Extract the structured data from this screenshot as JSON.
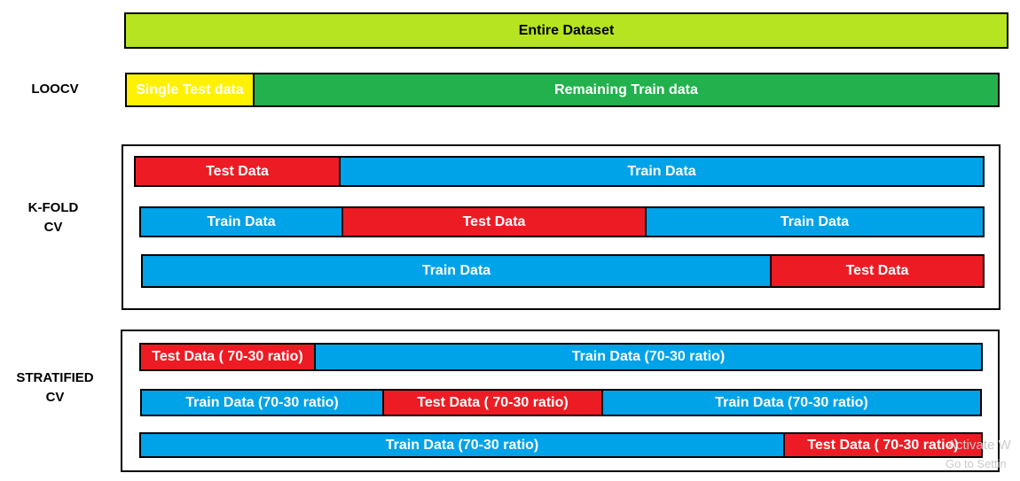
{
  "colors": {
    "dataset": "#b7e420",
    "single_test": "#fff200",
    "remaining_train": "#22b14c",
    "train": "#00a2e8",
    "test": "#ed1c24"
  },
  "entire_dataset": "Entire Dataset",
  "loocv": {
    "label": "LOOCV",
    "test_label": "Single Test data",
    "train_label": "Remaining Train data"
  },
  "kfold": {
    "label_line1": "K-FOLD",
    "label_line2": "CV",
    "rows": [
      [
        {
          "kind": "test",
          "label": "Test Data"
        },
        {
          "kind": "train",
          "label": "Train Data"
        }
      ],
      [
        {
          "kind": "train",
          "label": "Train Data"
        },
        {
          "kind": "test",
          "label": "Test Data"
        },
        {
          "kind": "train",
          "label": "Train Data"
        }
      ],
      [
        {
          "kind": "train",
          "label": "Train Data"
        },
        {
          "kind": "test",
          "label": "Test Data"
        }
      ]
    ]
  },
  "stratified": {
    "label_line1": "STRATIFIED",
    "label_line2": "CV",
    "rows": [
      [
        {
          "kind": "test",
          "label": "Test Data ( 70-30 ratio)"
        },
        {
          "kind": "train",
          "label": "Train Data (70-30 ratio)"
        }
      ],
      [
        {
          "kind": "train",
          "label": "Train Data (70-30 ratio)"
        },
        {
          "kind": "test",
          "label": "Test Data ( 70-30 ratio)"
        },
        {
          "kind": "train",
          "label": "Train Data (70-30 ratio)"
        }
      ],
      [
        {
          "kind": "train",
          "label": "Train Data (70-30 ratio)"
        },
        {
          "kind": "test",
          "label": "Test Data ( 70-30 ratio)"
        }
      ]
    ]
  },
  "watermark": {
    "line1": "Activate W",
    "line2": "Go to Settin"
  }
}
